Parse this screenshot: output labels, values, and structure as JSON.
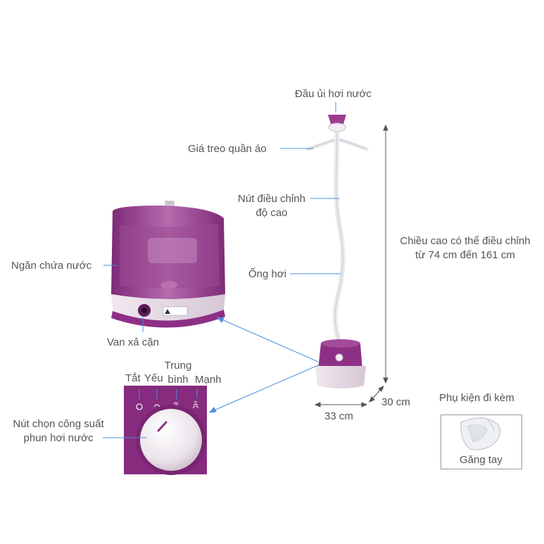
{
  "labels": {
    "steamer_head": "Đầu ủi hơi nước",
    "hanger": "Giá treo quần áo",
    "height_knob_line1": "Nút điều chỉnh",
    "height_knob_line2": "độ cao",
    "height_adjust_line1": "Chiều cao có thể điều chỉnh",
    "height_adjust_line2": "từ 74 cm đến 161 cm",
    "steam_tube": "Ống hơi",
    "water_tank": "Ngăn chứa nước",
    "drain_valve": "Van xả cặn",
    "power_knob_line1": "Nút chọn công suất",
    "power_knob_line2": "phun hơi nước",
    "width_dim": "33 cm",
    "depth_dim": "30 cm",
    "accessories_title": "Phụ kiện đi kèm",
    "glove": "Găng tay"
  },
  "power_levels": {
    "off": "Tắt",
    "low": "Yếu",
    "medium_line1": "Trung",
    "medium_line2": "bình",
    "high": "Mạnh"
  },
  "colors": {
    "purple": "#8e2f86",
    "purple_dark": "#6f1f68",
    "pink_light": "#e7dbe6",
    "leader_line": "#4a8fd6"
  }
}
